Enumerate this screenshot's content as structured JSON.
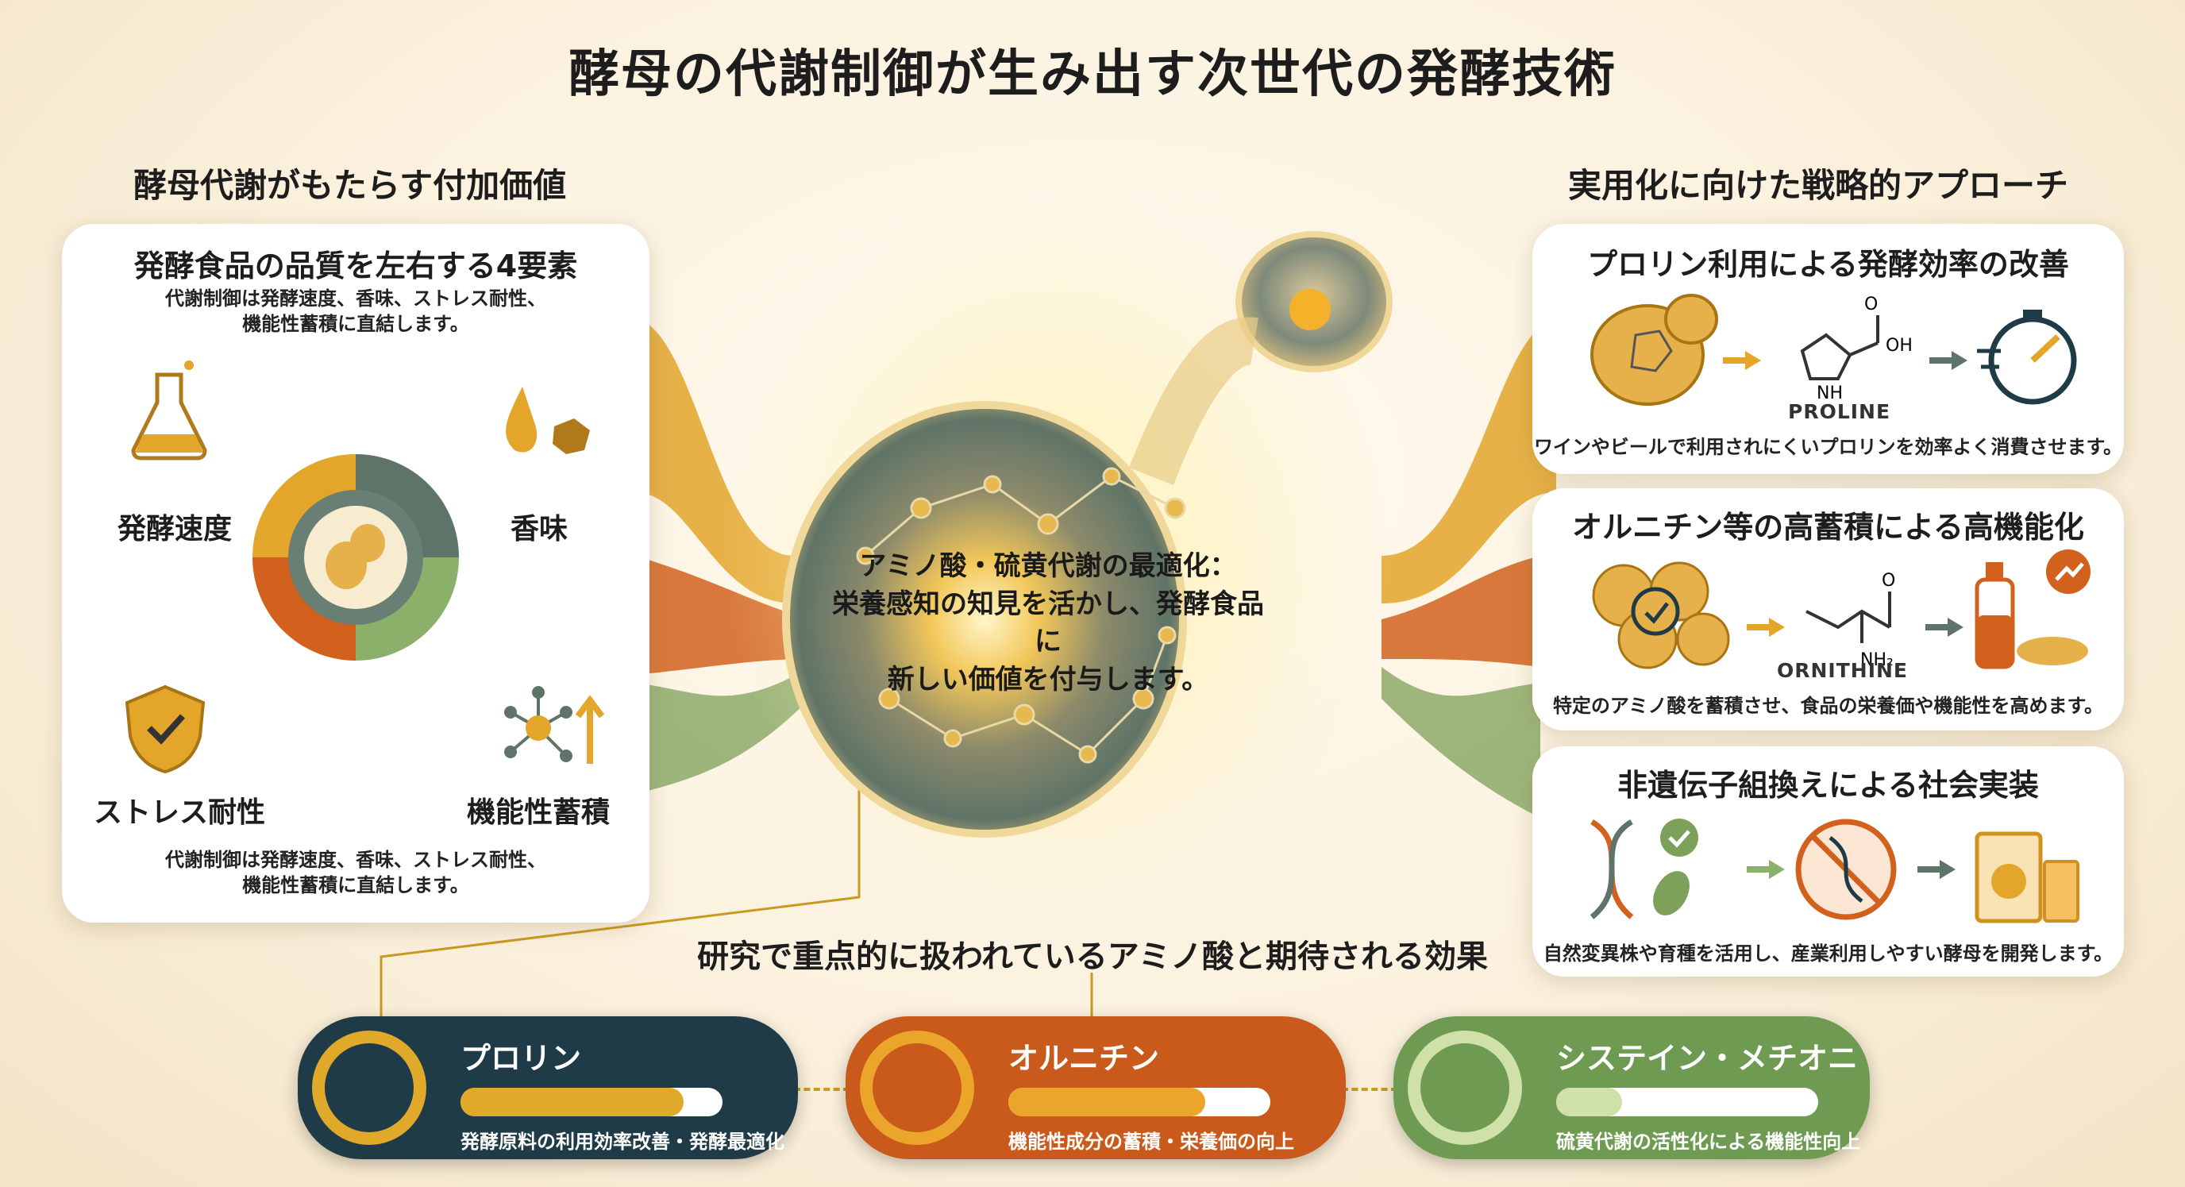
{
  "title": "酵母の代謝制御が生み出す次世代の発酵技術",
  "left": {
    "heading": "酵母代謝がもたらす付加価値",
    "card_title": "発酵食品の品質を左右する4要素",
    "card_sub_top": "代謝制御は発酵速度、香味、ストレス耐性、\n機能性蓄積に直結します。",
    "card_sub_bottom": "代謝制御は発酵速度、香味、ストレス耐性、\n機能性蓄積に直結します。",
    "elements": [
      "発酵速度",
      "香味",
      "ストレス耐性",
      "機能性蓄積"
    ]
  },
  "center": {
    "text": "アミノ酸・硫黄代謝の最適化：\n栄養感知の知見を活かし、発酵食品に\n新しい価値を付与します。"
  },
  "right": {
    "heading": "実用化に向けた戦略的アプローチ",
    "cards": [
      {
        "title": "プロリン利用による発酵効率の改善",
        "chem": "PROLINE",
        "desc": "ワインやビールで利用されにくいプロリンを効率よく消費させます。"
      },
      {
        "title": "オルニチン等の高蓄積による高機能化",
        "chem": "ORNITHINE",
        "desc": "特定のアミノ酸を蓄積させ、食品の栄養価や機能性を高めます。"
      },
      {
        "title": "非遺伝子組換えによる社会実装",
        "desc": "自然変異株や育種を活用し、産業利用しやすい酵母を開発します。"
      }
    ]
  },
  "bottom": {
    "heading": "研究で重点的に扱われているアミノ酸と期待される効果",
    "items": [
      {
        "name": "プロリン",
        "desc": "発酵原料の利用効率改善・発酵最適化",
        "level": 0.85,
        "color": "#1f3b47",
        "fill": "#e0a92a"
      },
      {
        "name": "オルニチン",
        "desc": "機能性成分の蓄積・栄養価の向上",
        "level": 0.75,
        "color": "#c95a1c",
        "fill": "#eaa52a"
      },
      {
        "name": "システイン・メチオニン",
        "desc": "硫黄代謝の活性化による機能性向上",
        "level": 0.25,
        "color": "#6e9a52",
        "fill": "#cfe0a8"
      }
    ]
  },
  "chem_labels": {
    "oh": "OH",
    "nh": "NH",
    "nh2": "NH₂",
    "o": "O"
  }
}
